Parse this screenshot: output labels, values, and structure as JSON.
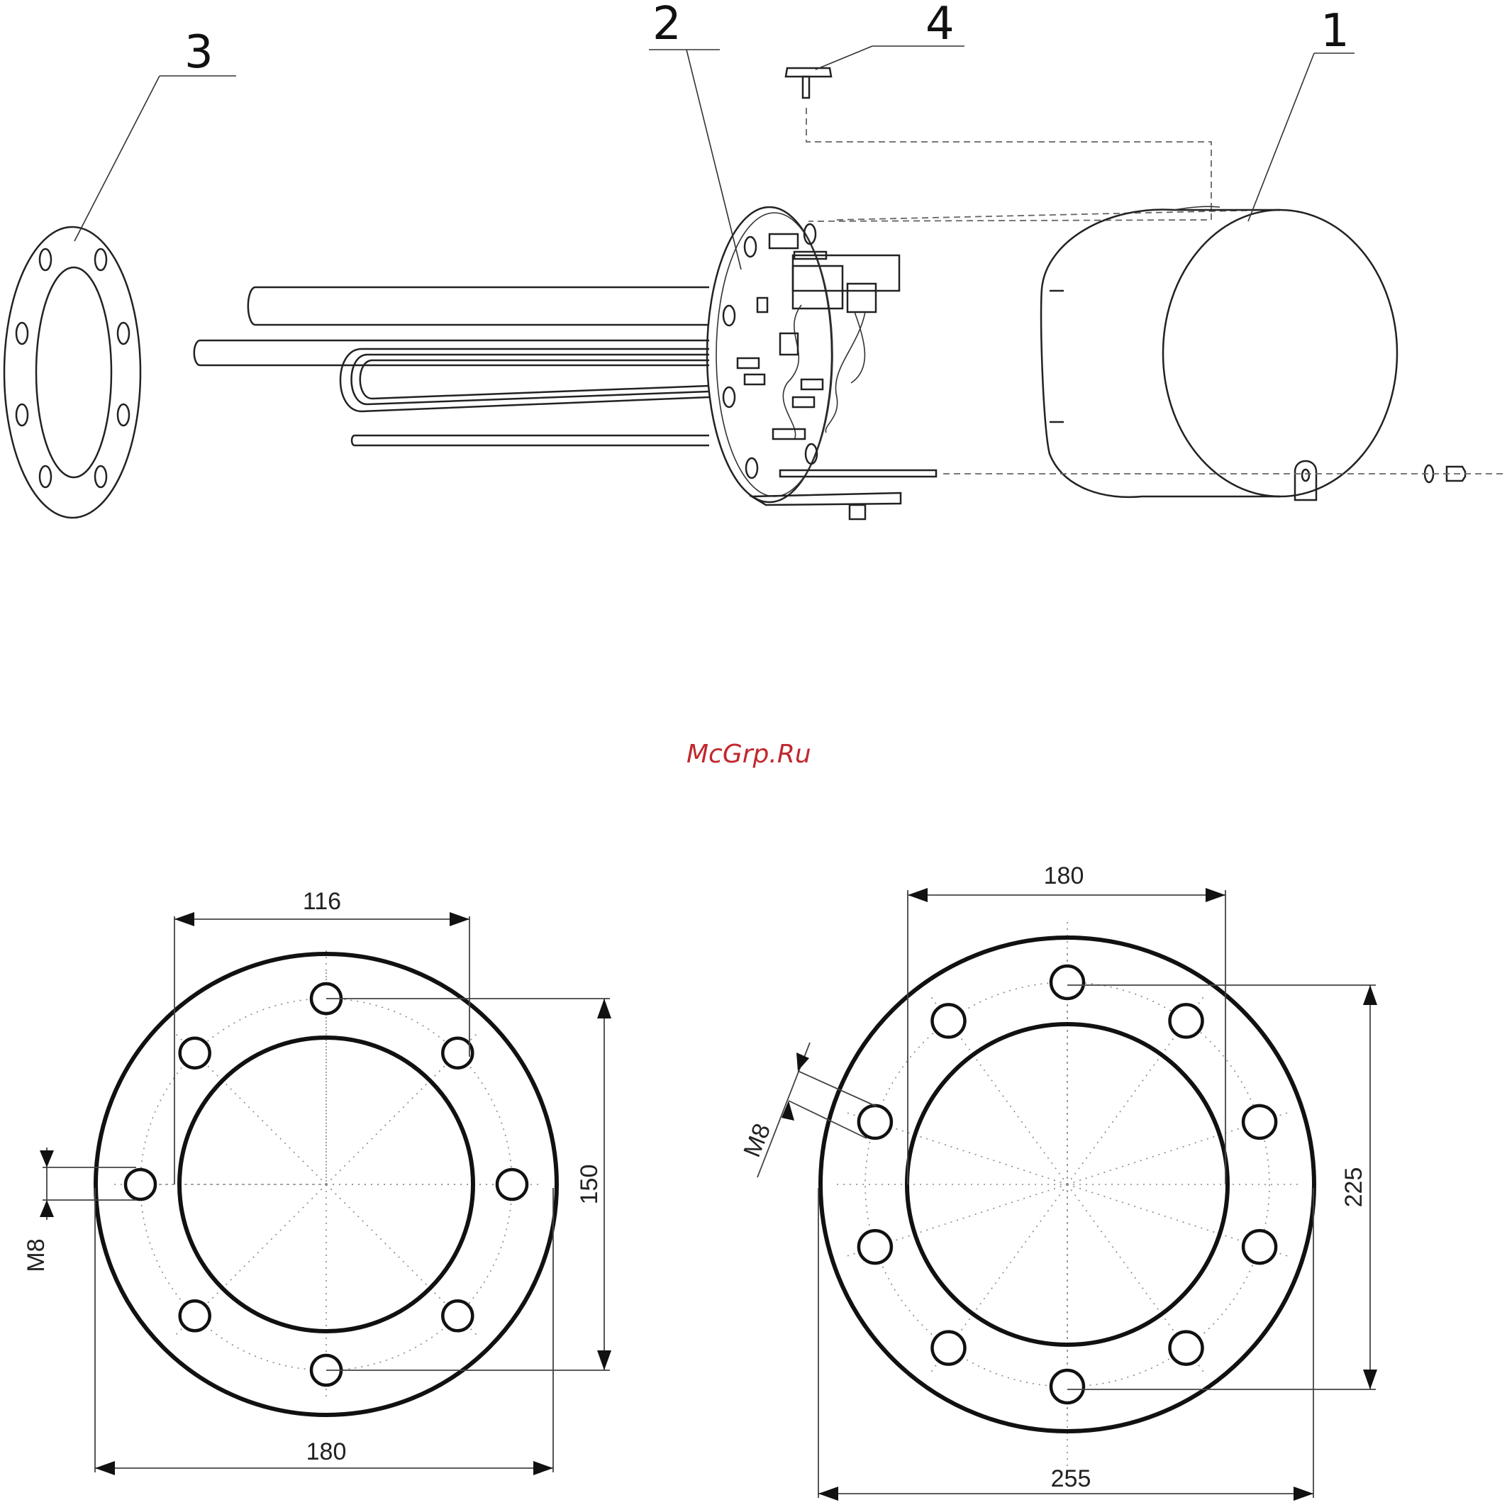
{
  "callouts": {
    "c1": "1",
    "c2": "2",
    "c3": "3",
    "c4": "4"
  },
  "watermark": "McGrp.Ru",
  "flange_small": {
    "dim_top": "116",
    "dim_bottom": "180",
    "dim_right": "150",
    "dim_thread": "M8",
    "hole_count": 8
  },
  "flange_large": {
    "dim_top": "180",
    "dim_bottom": "255",
    "dim_right": "225",
    "dim_thread": "M8",
    "hole_count": 10
  },
  "colors": {
    "line": "#111111",
    "watermark": "#c0282e",
    "background": "#ffffff"
  }
}
